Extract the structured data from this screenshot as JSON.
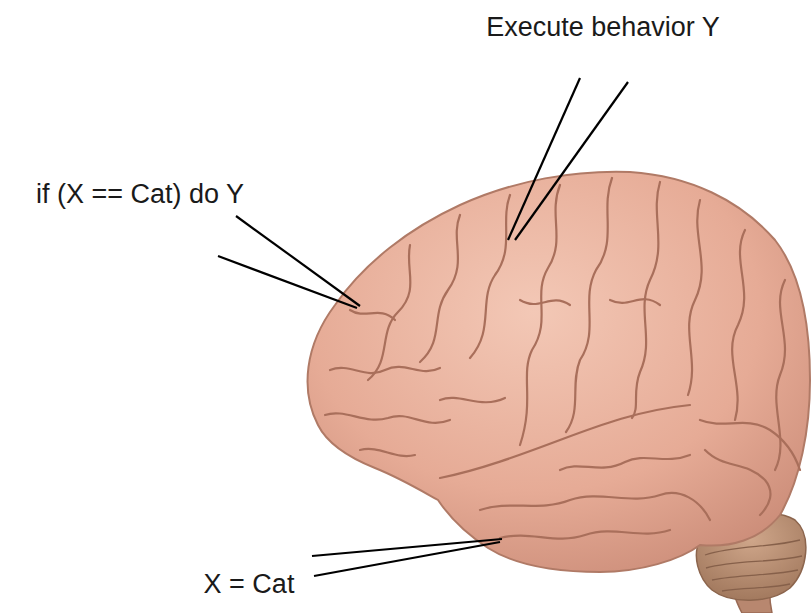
{
  "diagram": {
    "labels": [
      "Execute behavior Y",
      "if (X == Cat) do Y",
      "X = Cat"
    ]
  }
}
